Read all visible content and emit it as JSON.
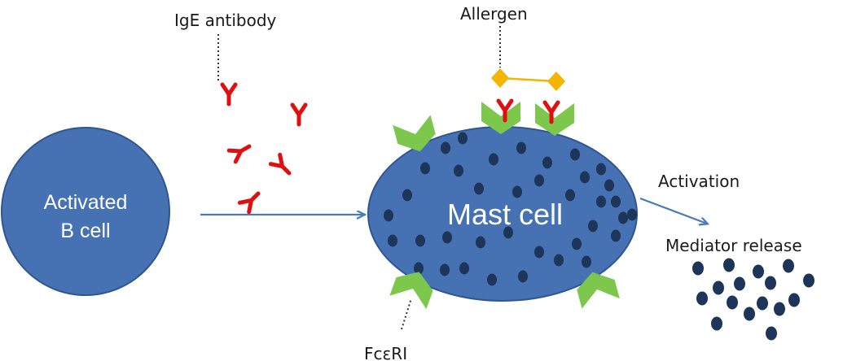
{
  "labels": {
    "ige_antibody": "IgE antibody",
    "allergen": "Allergen",
    "activated_b_cell_line1": "Activated",
    "activated_b_cell_line2": "B cell",
    "mast_cell": "Mast cell",
    "activation": "Activation",
    "mediator_release": "Mediator release",
    "fceri": "FcεRI"
  },
  "colors": {
    "cell_fill": "#4672b4",
    "cell_stroke": "#2f5690",
    "granule": "#1c3559",
    "antibody": "#e01010",
    "receptor": "#7dc84c",
    "allergen": "#f5b400",
    "arrow": "#4a7ab8",
    "text": "#1a1a1a"
  },
  "icons": [
    "y-shaped-antibody-icon",
    "receptor-chevron-icon",
    "allergen-diamond-icon"
  ]
}
